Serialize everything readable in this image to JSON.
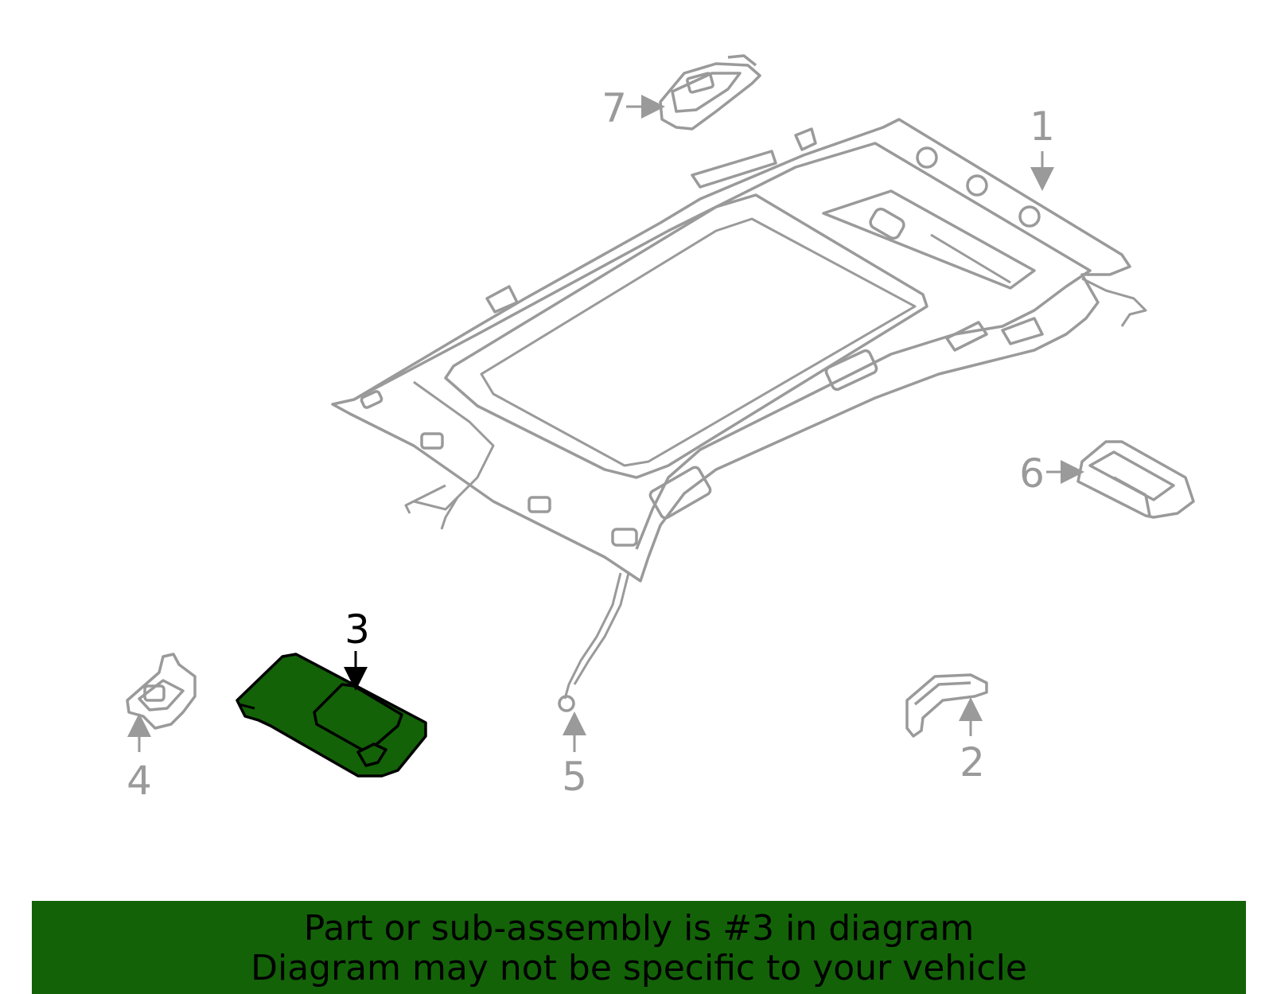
{
  "diagram": {
    "callouts": [
      {
        "id": "1",
        "label": "1",
        "highlighted": false
      },
      {
        "id": "2",
        "label": "2",
        "highlighted": false
      },
      {
        "id": "3",
        "label": "3",
        "highlighted": true
      },
      {
        "id": "4",
        "label": "4",
        "highlighted": false
      },
      {
        "id": "5",
        "label": "5",
        "highlighted": false
      },
      {
        "id": "6",
        "label": "6",
        "highlighted": false
      },
      {
        "id": "7",
        "label": "7",
        "highlighted": false
      }
    ],
    "colors": {
      "line": "#9a9a9a",
      "highlight_fill": "#136208",
      "highlight_label": "#000000",
      "banner_bg": "#136208"
    }
  },
  "banner": {
    "line1": "Part or sub-assembly is #3 in diagram",
    "line2": "Diagram may not be specific to your vehicle"
  }
}
